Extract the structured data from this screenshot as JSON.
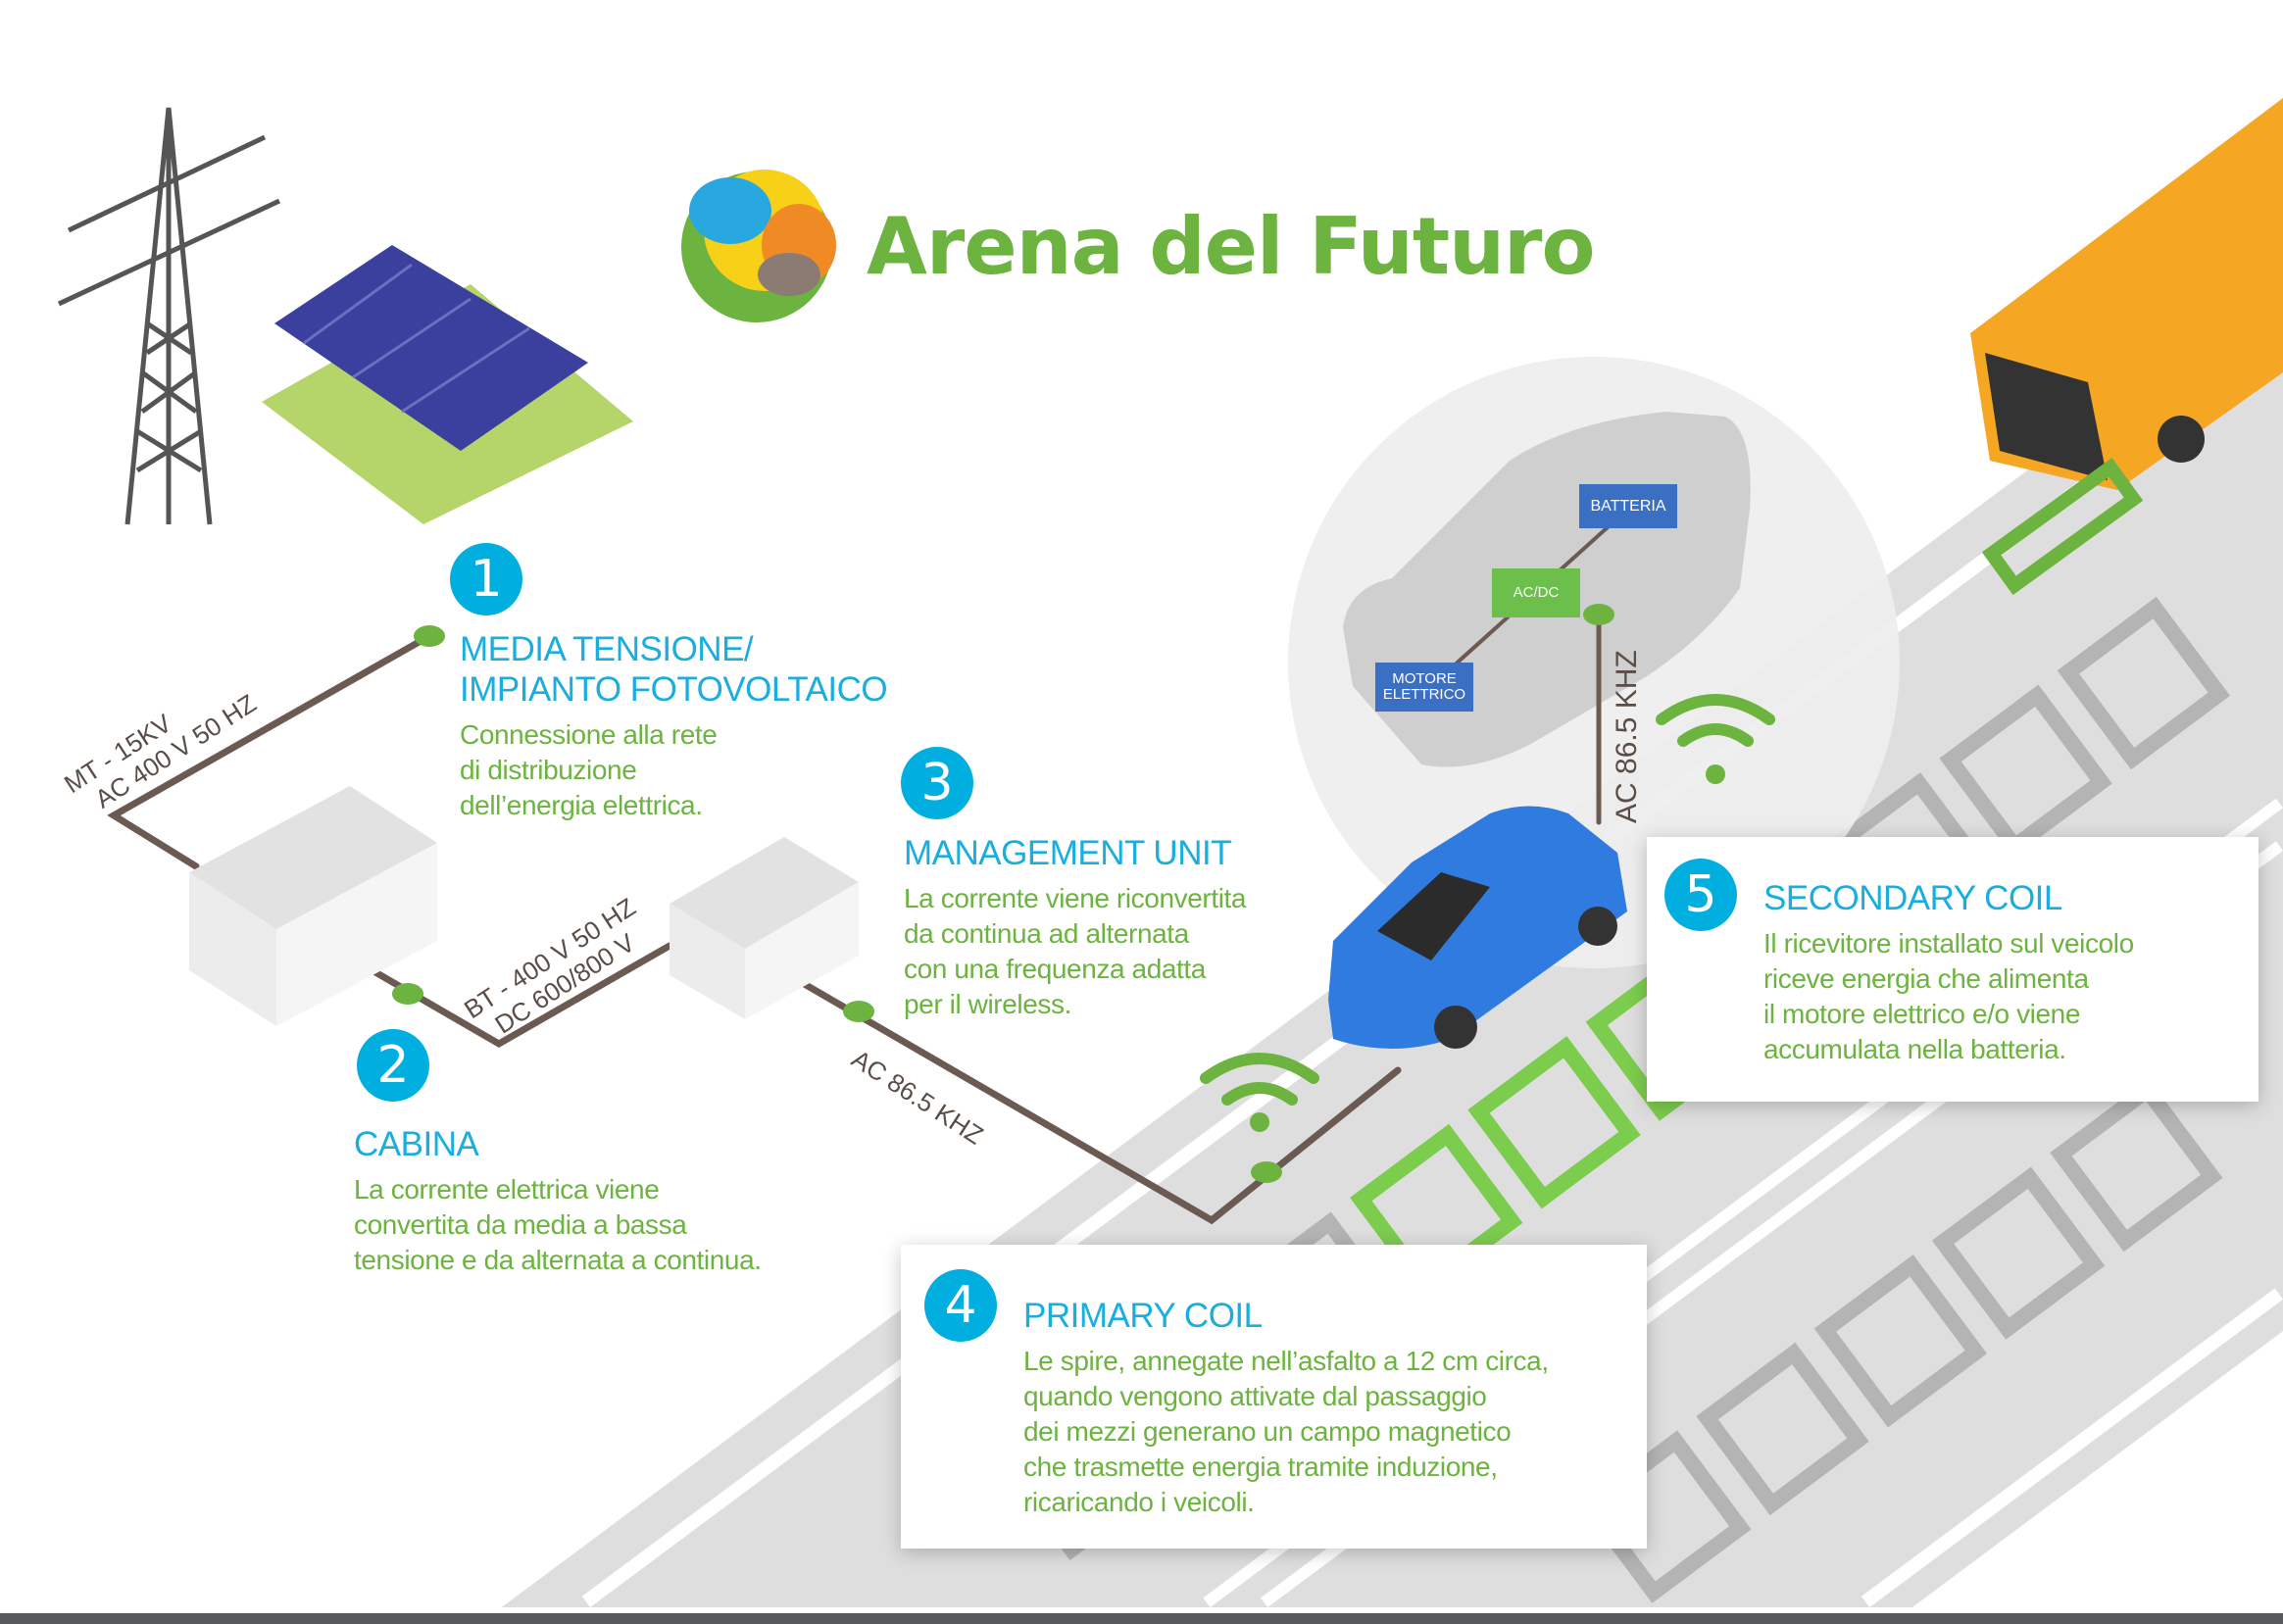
{
  "header": {
    "title": "Arena del Futuro",
    "logo": "arena-del-futuro-logo"
  },
  "steps": [
    {
      "number": "1",
      "title_lines": [
        "MEDIA TENSIONE/",
        "IMPIANTO FOTOVOLTAICO"
      ],
      "body_lines": [
        "Connessione alla rete",
        "di distribuzione",
        "dell’energia elettrica."
      ]
    },
    {
      "number": "2",
      "title_lines": [
        "CABINA"
      ],
      "body_lines": [
        "La corrente elettrica viene",
        "convertita da media a bassa",
        "tensione e da alternata a continua."
      ]
    },
    {
      "number": "3",
      "title_lines": [
        "MANAGEMENT UNIT"
      ],
      "body_lines": [
        "La corrente viene riconvertita",
        "da continua ad alternata",
        "con una frequenza adatta",
        "per il wireless."
      ]
    },
    {
      "number": "4",
      "title_lines": [
        "PRIMARY COIL"
      ],
      "body_lines": [
        "Le spire, annegate nell’asfalto a 12 cm circa,",
        "quando vengono attivate dal passaggio",
        "dei mezzi generano un campo magnetico",
        "che trasmette energia tramite induzione,",
        "ricaricando i veicoli."
      ]
    },
    {
      "number": "5",
      "title_lines": [
        "SECONDARY COIL"
      ],
      "body_lines": [
        "Il ricevitore installato sul veicolo",
        "riceve energia che alimenta",
        "il motore elettrico e/o viene",
        "accumulata nella batteria."
      ]
    }
  ],
  "cable_labels": {
    "mt": [
      "MT - 15KV",
      "AC 400 V 50 HZ"
    ],
    "bt": [
      "BT - 400 V 50 HZ",
      "DC 600/800 V"
    ],
    "ac_road": "AC 86.5  KHZ",
    "ac_vehicle": "AC  86.5  KHZ"
  },
  "vehicle_components": {
    "battery": "BATTERIA",
    "converter": "AC/DC",
    "motor_lines": [
      "MOTORE",
      "ELETTRICO"
    ]
  },
  "colors": {
    "accent_blue": "#00aee0",
    "accent_green": "#6cb33f",
    "cable": "#6b5a52",
    "road": "#dcdcdc"
  }
}
